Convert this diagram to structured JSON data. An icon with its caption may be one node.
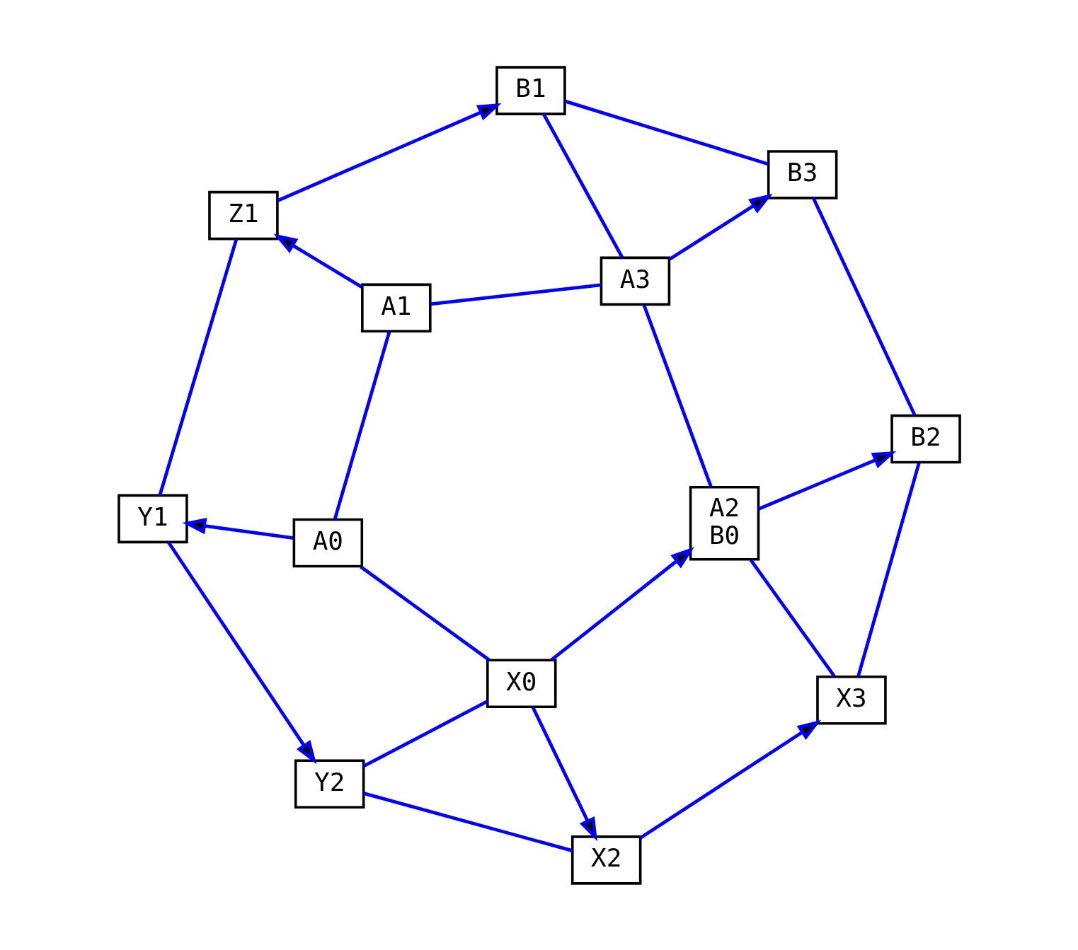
{
  "diagram": {
    "nodes": [
      {
        "text": [
          "Y1"
        ]
      },
      {
        "text": [
          "Z1"
        ]
      },
      {
        "text": [
          "A0"
        ]
      },
      {
        "text": [
          "A1"
        ]
      },
      {
        "text": [
          "Y2"
        ]
      },
      {
        "text": [
          "B1"
        ]
      },
      {
        "text": [
          "X0"
        ]
      },
      {
        "text": [
          "X2"
        ]
      },
      {
        "text": [
          "A3"
        ]
      },
      {
        "text": [
          "B3"
        ]
      },
      {
        "text": [
          "A2",
          "B0"
        ]
      },
      {
        "text": [
          "B2"
        ]
      },
      {
        "text": [
          "X3"
        ]
      }
    ],
    "edges": [
      {
        "from": 0,
        "to": 1,
        "arrow": "none"
      },
      {
        "from": 2,
        "to": 0,
        "arrow": "to"
      },
      {
        "from": 0,
        "to": 4,
        "arrow": "to"
      },
      {
        "from": 1,
        "to": 5,
        "arrow": "to"
      },
      {
        "from": 3,
        "to": 1,
        "arrow": "to"
      },
      {
        "from": 2,
        "to": 3,
        "arrow": "none"
      },
      {
        "from": 2,
        "to": 6,
        "arrow": "none"
      },
      {
        "from": 3,
        "to": 8,
        "arrow": "none"
      },
      {
        "from": 4,
        "to": 6,
        "arrow": "none"
      },
      {
        "from": 4,
        "to": 7,
        "arrow": "none"
      },
      {
        "from": 6,
        "to": 7,
        "arrow": "to"
      },
      {
        "from": 6,
        "to": 10,
        "arrow": "to"
      },
      {
        "from": 7,
        "to": 12,
        "arrow": "to"
      },
      {
        "from": 5,
        "to": 8,
        "arrow": "none"
      },
      {
        "from": 5,
        "to": 9,
        "arrow": "none"
      },
      {
        "from": 8,
        "to": 9,
        "arrow": "to"
      },
      {
        "from": 8,
        "to": 10,
        "arrow": "none"
      },
      {
        "from": 10,
        "to": 11,
        "arrow": "to"
      },
      {
        "from": 10,
        "to": 12,
        "arrow": "none"
      },
      {
        "from": 9,
        "to": 11,
        "arrow": "none"
      },
      {
        "from": 11,
        "to": 12,
        "arrow": "none"
      }
    ]
  }
}
